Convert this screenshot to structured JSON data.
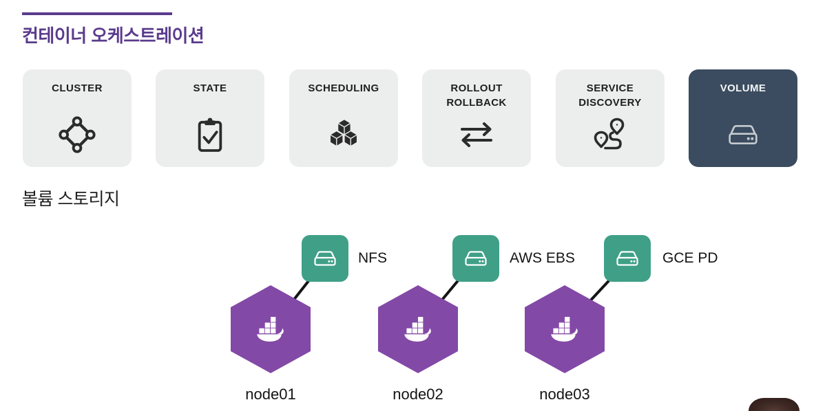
{
  "title": "컨테이너 오케스트레이션",
  "section": {
    "heading": "볼륨 스토리지"
  },
  "cards": [
    {
      "label": "CLUSTER",
      "icon": "cluster-icon",
      "active": false
    },
    {
      "label": "STATE",
      "icon": "clipboard-check-icon",
      "active": false
    },
    {
      "label": "SCHEDULING",
      "icon": "cubes-icon",
      "active": false
    },
    {
      "label": "ROLLOUT ROLLBACK",
      "icon": "swap-arrows-icon",
      "active": false
    },
    {
      "label": "SERVICE DISCOVERY",
      "icon": "route-pins-icon",
      "active": false
    },
    {
      "label": "VOLUME",
      "icon": "storage-drive-icon",
      "active": true
    }
  ],
  "diagram": {
    "nodes": [
      {
        "name": "node01",
        "storage": "NFS"
      },
      {
        "name": "node02",
        "storage": "AWS EBS"
      },
      {
        "name": "node03",
        "storage": "GCE PD"
      }
    ]
  },
  "colors": {
    "accent_purple": "#5a3b8c",
    "card_background": "#eceeed",
    "card_active_background": "#3b4c60",
    "hexagon_purple": "#8349a6",
    "storage_green": "#3fa087",
    "icon_dark": "#2b2b2b",
    "connector_black": "#151515"
  }
}
